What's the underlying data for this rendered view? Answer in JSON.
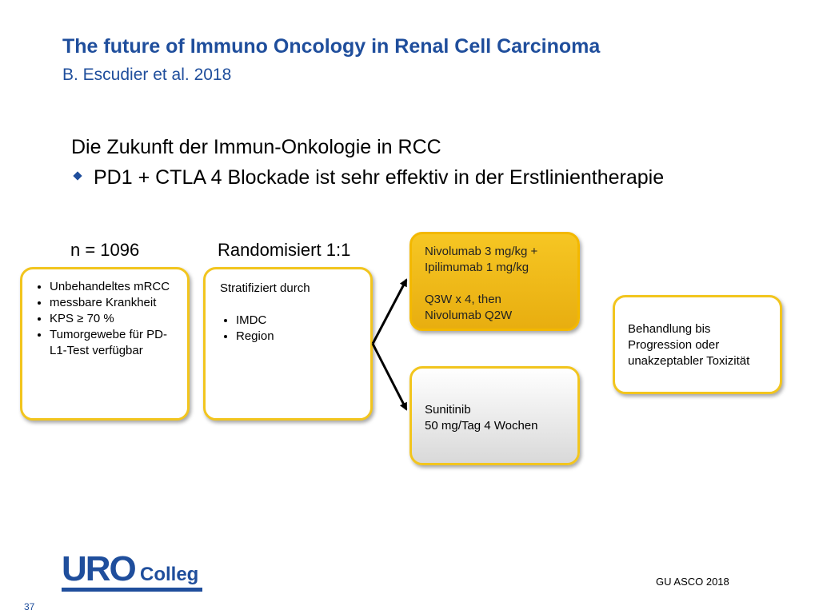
{
  "slide": {
    "title": "The future of Immuno Oncology in Renal Cell Carcinoma",
    "subtitle": "B. Escudier et al. 2018",
    "heading": "Die Zukunft der Immun-Onkologie in RCC",
    "bullet": "PD1 + CTLA 4 Blockade ist sehr effektiv in der Erstlinientherapie",
    "footer_source": "GU ASCO 2018",
    "page_number": "37"
  },
  "diagram": {
    "n_label": "n = 1096",
    "random_label": "Randomisiert 1:1",
    "patients_box": {
      "items": [
        "Unbehandeltes mRCC",
        "messbare Krankheit",
        "KPS ≥ 70 %",
        "Tumorgewebe für PD-L1-Test verfügbar"
      ]
    },
    "strat_box": {
      "heading": "Stratifiziert durch",
      "items": [
        "IMDC",
        "Region"
      ]
    },
    "arm_nivo": {
      "line1": "Nivolumab 3 mg/kg +",
      "line2": "Ipilimumab 1 mg/kg",
      "line3": "Q3W x 4, then",
      "line4": "Nivolumab Q2W"
    },
    "arm_suni": {
      "line1": "Sunitinib",
      "line2": "50 mg/Tag 4 Wochen"
    },
    "treatment_box": {
      "line1": "Behandlung bis",
      "line2": "Progression oder",
      "line3": "unakzeptabler Toxizität"
    }
  },
  "logo": {
    "part1": "URO",
    "part2": "Colleg",
    "color": "#1f4e9c"
  },
  "colors": {
    "accent": "#1f4e9c",
    "box_border": "#f2c51e",
    "arm_gold": "#f6c623"
  }
}
